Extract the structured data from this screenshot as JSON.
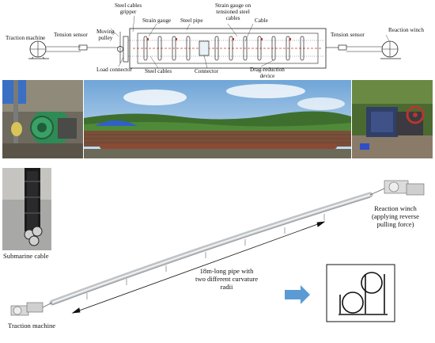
{
  "schematic": {
    "labels": {
      "traction_machine": "Traction machine",
      "tension_sensor_left": "Tension sensor",
      "moving_pulley": "Moving\npulley",
      "steel_cables_gripper": "Steel cables\ngripper",
      "strain_gauge": "Strain gauge",
      "steel_pipe": "Steel pipe",
      "strain_gauge_tensioned": "Strain gauge on\ntensioned steel\ncables",
      "cable": "Cable",
      "load_connector": "Load connector",
      "steel_cables": "Steel cables",
      "connector": "Connector",
      "drag_reduction": "Drag-reduction\ndevice",
      "tension_sensor_right": "Tension sensor",
      "reaction_winch": "Reaction winch"
    }
  },
  "model": {
    "labels": {
      "submarine_cable": "Submarine cable",
      "traction_machine": "Traction machine",
      "reaction_winch": "Reaction winch\n(applying reverse\npulling force)",
      "pipe_desc": "18m-long pipe with\ntwo different curvature\nradii"
    }
  },
  "colors": {
    "arrow": "#5b9bd5",
    "sky": "#9cc3e6",
    "vegetation": "#3f6f2e",
    "pipe_rust": "#8a4a34",
    "brick": "#7a4f3a",
    "motor_green": "#2f8a55",
    "winch_blue": "#2f3f66"
  }
}
